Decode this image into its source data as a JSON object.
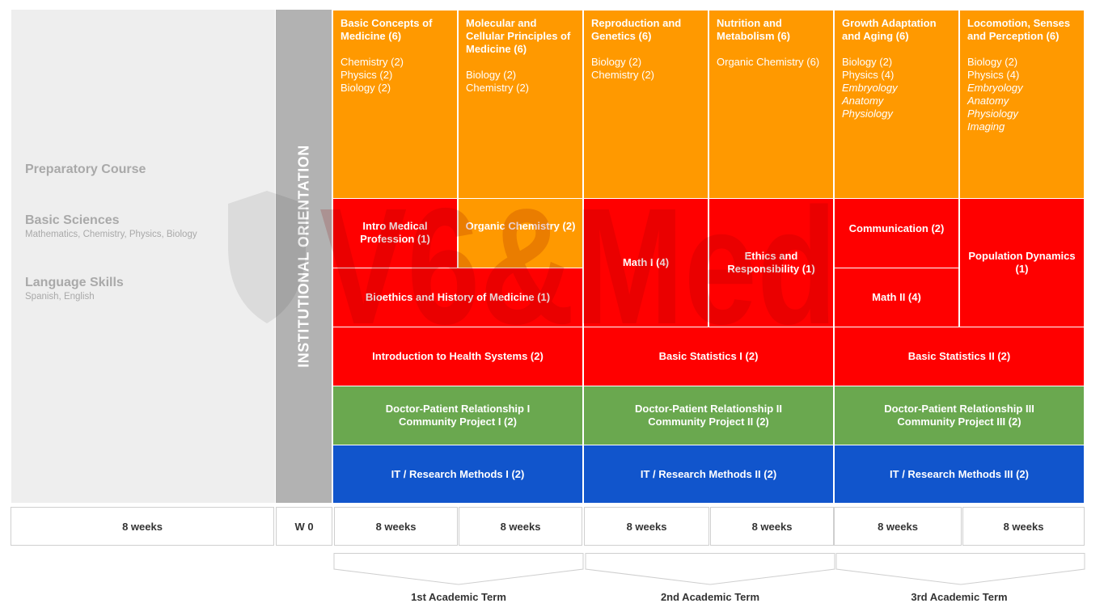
{
  "sidebar": {
    "preparatory_title": "Preparatory Course",
    "basic_sciences_title": "Basic Sciences",
    "basic_sciences_sub": "Mathematics, Chemistry, Physics, Biology",
    "language_title": "Language Skills",
    "language_sub": "Spanish, English"
  },
  "orientation_label": "INSTITUTIONAL ORIENTATION",
  "watermark_text": "V6&Med",
  "modules": [
    {
      "title": "Basic Concepts of Medicine (6)",
      "subjects": [
        "Chemistry (2)",
        "Physics (2)",
        "Biology (2)"
      ],
      "italic": []
    },
    {
      "title": "Molecular and Cellular Principles of Medicine (6)",
      "subjects": [
        "Biology (2)",
        "Chemistry (2)"
      ],
      "italic": []
    },
    {
      "title": "Reproduction and Genetics (6)",
      "subjects": [
        "Biology (2)",
        "Chemistry (2)"
      ],
      "italic": []
    },
    {
      "title": "Nutrition and Metabolism (6)",
      "subjects": [
        "Organic Chemistry (6)"
      ],
      "italic": []
    },
    {
      "title": "Growth Adaptation and Aging (6)",
      "subjects": [
        "Biology (2)",
        "Physics (4)"
      ],
      "italic": [
        "Embryology",
        "Anatomy",
        "Physiology"
      ]
    },
    {
      "title": "Locomotion, Senses and Perception (6)",
      "subjects": [
        "Biology (2)",
        "Physics (4)"
      ],
      "italic": [
        "Embryology",
        "Anatomy",
        "Physiology",
        "Imaging"
      ]
    }
  ],
  "courses": {
    "intro_medical": "Intro Medical Profession (1)",
    "organic_chem": "Organic Chemistry (2)",
    "bioethics": "Bioethics and History of Medicine (1)",
    "math1": "Math I (4)",
    "ethics": "Ethics and Responsibility (1)",
    "communication": "Communication (2)",
    "math2": "Math II (4)",
    "population": "Population Dynamics (1)",
    "intro_health": "Introduction to Health Systems (2)",
    "stats1": "Basic Statistics I (2)",
    "stats2": "Basic Statistics II (2)",
    "dpr1_l1": "Doctor-Patient Relationship I",
    "dpr1_l2": "Community Project I (2)",
    "dpr2_l1": "Doctor-Patient Relationship II",
    "dpr2_l2": "Community Project II (2)",
    "dpr3_l1": "Doctor-Patient Relationship III",
    "dpr3_l2": "Community Project III (2)",
    "it1": "IT / Research Methods I (2)",
    "it2": "IT / Research Methods II (2)",
    "it3": "IT / Research Methods III (2)"
  },
  "weeks": [
    "8 weeks",
    "W 0",
    "8 weeks",
    "8 weeks",
    "8 weeks",
    "8 weeks",
    "8 weeks",
    "8 weeks"
  ],
  "terms": [
    "1st Academic Term",
    "2nd Academic Term",
    "3rd Academic Term"
  ],
  "colors": {
    "orange": "#ff9900",
    "red": "#ff0000",
    "green": "#6aa84f",
    "blue": "#1155cc",
    "gray": "#b2b2b2"
  }
}
